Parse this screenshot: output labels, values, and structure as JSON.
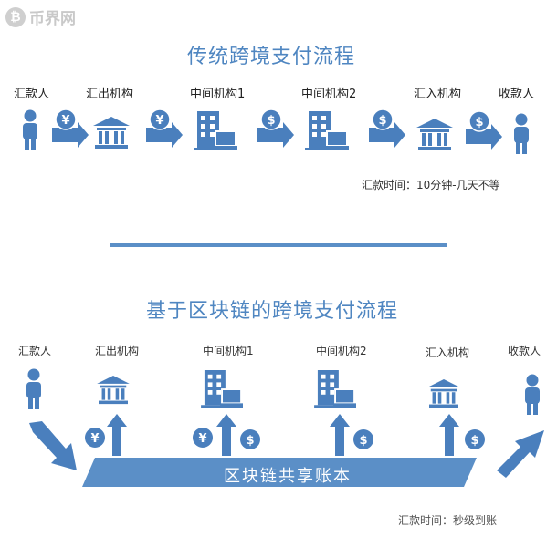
{
  "watermark": {
    "logo_char": "₿",
    "text": "币界网"
  },
  "traditional": {
    "title": "传统跨境支付流程",
    "nodes": [
      "汇款人",
      "汇出机构",
      "中间机构1",
      "中间机构2",
      "汇入机构",
      "收款人"
    ],
    "time_note": "汇款时间：10分钟-几天不等"
  },
  "blockchain": {
    "title": "基于区块链的跨境支付流程",
    "nodes": [
      "汇款人",
      "汇出机构",
      "中间机构1",
      "中间机构2",
      "汇入机构",
      "收款人"
    ],
    "ledger_label": "区块链共享账本",
    "time_note": "汇款时间：秒级到账"
  },
  "icons": {
    "person": "person-icon",
    "bank": "bank-icon",
    "office": "office-building-icon",
    "yuan": "yuan-coin-icon",
    "dollar": "dollar-coin-icon"
  },
  "colors": {
    "accent": "#4f86c1",
    "icon": "#4a7fbd",
    "ledger": "#5b8fc7"
  }
}
